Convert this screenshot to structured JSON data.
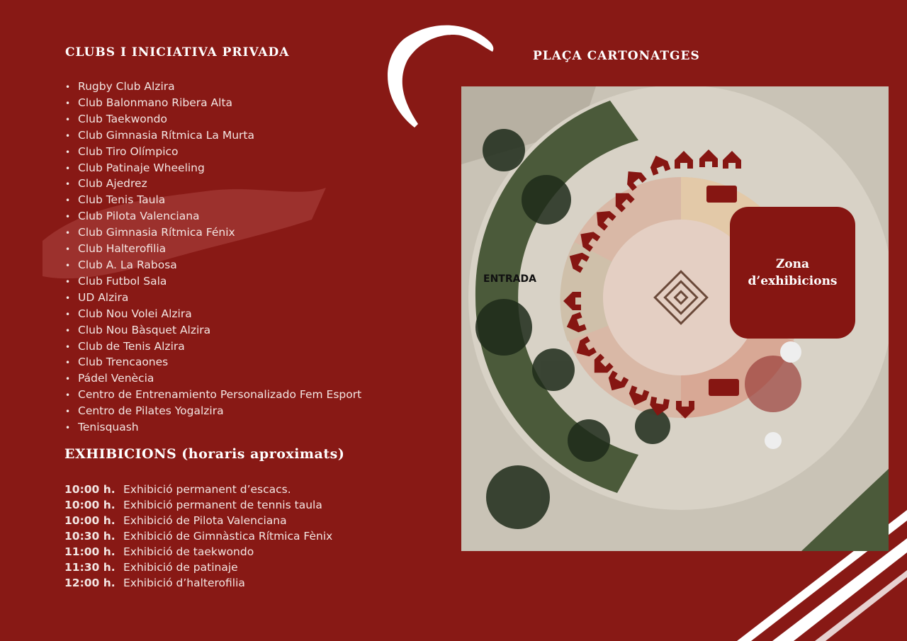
{
  "clubs": {
    "title": "CLUBS I INICIATIVA PRIVADA",
    "items": [
      "Rugby Club Alzira",
      "Club Balonmano Ribera Alta",
      "Club Taekwondo",
      "Club Gimnasia Rítmica La Murta",
      "Club Tiro Olímpico",
      "Club Patinaje Wheeling",
      "Club Ajedrez",
      "Club Tenis Taula",
      "Club Pilota Valenciana",
      "Club Gimnasia Rítmica Fénix",
      "Club Halterofilia",
      "Club A. La Rabosa",
      "Club Futbol Sala",
      "UD Alzira",
      "Club Nou Volei Alzira",
      "Club Nou Bàsquet Alzira",
      "Club de Tenis Alzira",
      "Club Trencaones",
      "Pádel Venècia",
      "Centro de Entrenamiento Personalizado Fem Esport",
      "Centro de Pilates Yogalzira",
      "Tenisquash"
    ]
  },
  "exhibitions": {
    "title": "EXHIBICIONS (horaris aproximats)",
    "items": [
      {
        "time": "10:00 h.",
        "text": "Exhibició permanent d’escacs."
      },
      {
        "time": "10:00 h.",
        "text": "Exhibició permanent de tennis taula"
      },
      {
        "time": "10:00 h.",
        "text": "Exhibició de Pilota Valenciana"
      },
      {
        "time": "10:30 h.",
        "text": "Exhibició de Gimnàstica Rítmica Fènix"
      },
      {
        "time": "11:00 h.",
        "text": "Exhibició de taekwondo"
      },
      {
        "time": "11:30 h.",
        "text": "Exhibició de patinaje"
      },
      {
        "time": "12:00 h.",
        "text": "Exhibició d’halterofilia"
      }
    ]
  },
  "map": {
    "title": "PLAÇA CARTONATGES",
    "entrance_label": "ENTRADA",
    "zone_label_line1": "Zona",
    "zone_label_line2": "d’exhibicions",
    "marker_color": "#861612"
  },
  "colors": {
    "background": "#881915",
    "text": "#f3e6e3"
  }
}
